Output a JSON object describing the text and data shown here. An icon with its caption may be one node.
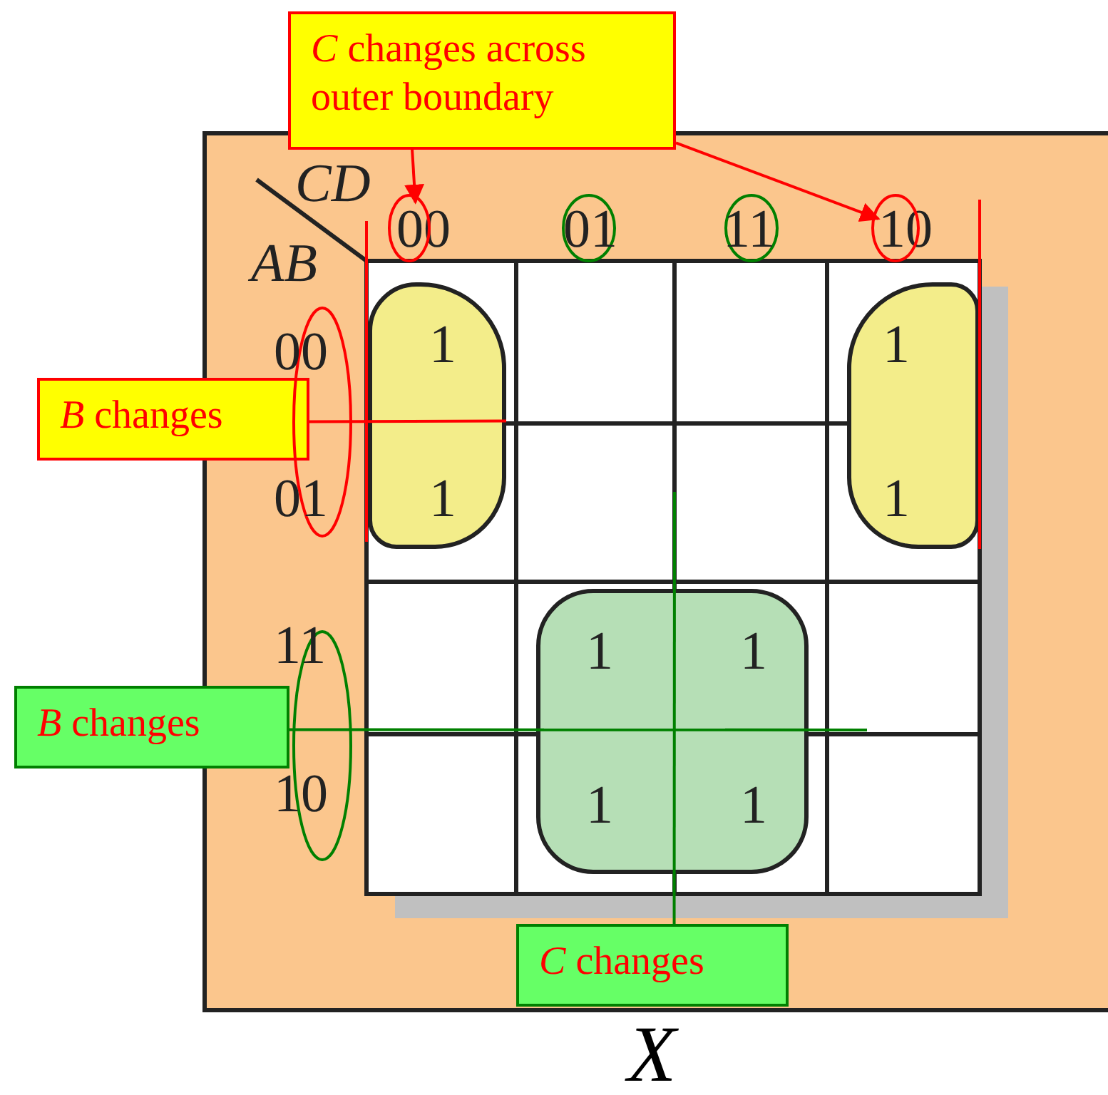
{
  "diagram": {
    "nodes": [
      {
        "text": [
          "*C* changes across outer boundary"
        ]
      },
      {
        "text": [
          "*B* changes"
        ]
      },
      {
        "text": [
          "*B* changes"
        ]
      },
      {
        "text": [
          "*C* changes"
        ]
      },
      {
        "text": [
          "00"
        ]
      },
      {
        "text": [
          "10"
        ]
      },
      {
        "text": [
          "1",
          "1"
        ]
      },
      {
        "text": [
          "1",
          "1"
        ]
      },
      {
        "text": [
          "1",
          "1",
          "1",
          "1"
        ]
      }
    ],
    "edges": [
      {
        "from": 0,
        "to": 4,
        "arrow": "to",
        "color": "#ff0000"
      },
      {
        "from": 0,
        "to": 5,
        "arrow": "to",
        "color": "#ff0000"
      },
      {
        "from": 1,
        "to": 6,
        "arrow": "none",
        "color": "#ff0000"
      },
      {
        "from": 2,
        "to": null,
        "arrow": "none",
        "color": "#008000"
      },
      {
        "from": 3,
        "to": null,
        "arrow": "none",
        "color": "#008000"
      }
    ],
    "labels": [
      "CD",
      "01",
      "11",
      "AB",
      "00",
      "01",
      "11",
      "10",
      "X"
    ]
  }
}
